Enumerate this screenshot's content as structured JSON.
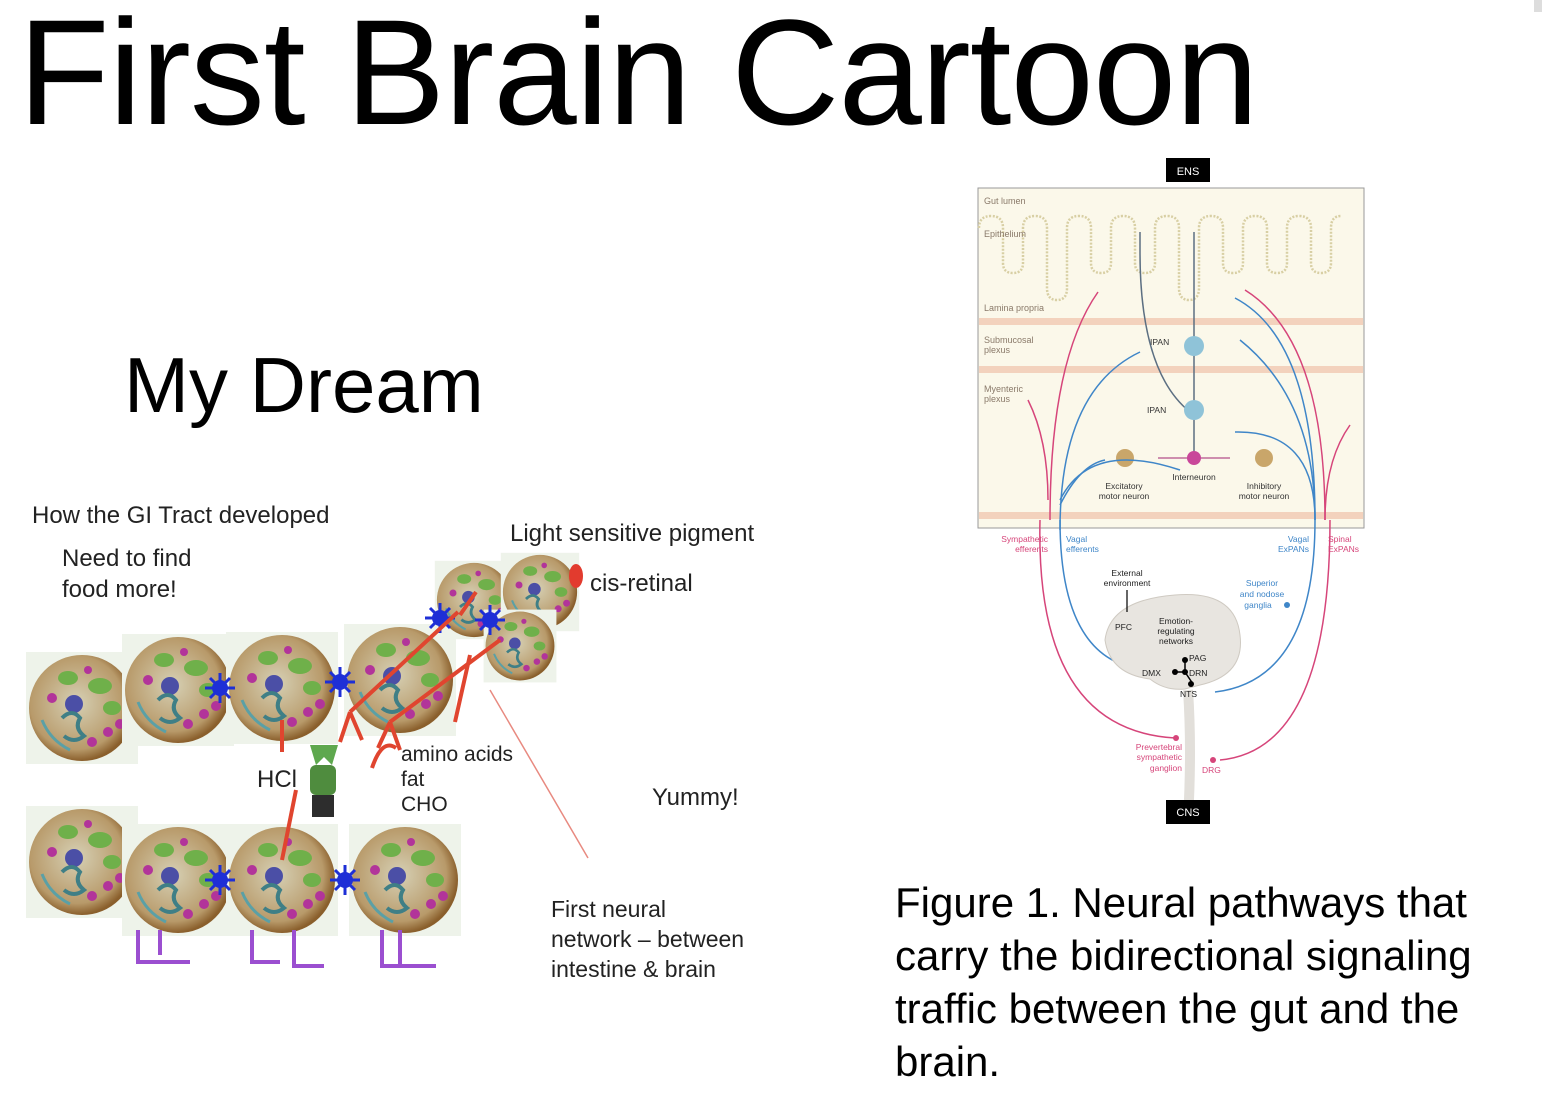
{
  "slide": {
    "title": "First Brain Cartoon",
    "subtitle": "My Dream",
    "caption": "Figure 1. Neural pathways that carry the bidirectional signaling traffic between the gut and the brain."
  },
  "cartoon": {
    "heading": "How the GI Tract developed",
    "need_food": [
      "Need to find",
      "food more!"
    ],
    "light_pigment": "Light sensitive pigment",
    "cis_retinal": "cis-retinal",
    "hcl": "HCl",
    "nutrients": [
      "amino acids",
      "fat",
      "CHO"
    ],
    "yummy": "Yummy!",
    "neural_network": [
      "First neural",
      "network – between",
      "intestine & brain"
    ]
  },
  "figure": {
    "ens": "ENS",
    "cns": "CNS",
    "layers": [
      "Gut lumen",
      "Epithelium",
      "Lamina propria",
      "Submucosal",
      "plexus",
      "Myenteric",
      "plexus"
    ],
    "ipan_top": "IPAN",
    "ipan_bottom": "IPAN",
    "excitatory": [
      "Excitatory",
      "motor neuron"
    ],
    "interneuron": "Interneuron",
    "inhibitory": [
      "Inhibitory",
      "motor neuron"
    ],
    "sympathetic": [
      "Sympathetic",
      "efferents"
    ],
    "vagal_eff": [
      "Vagal",
      "efferents"
    ],
    "vagal_expan": [
      "Vagal",
      "ExPANs"
    ],
    "spinal_expan": [
      "Spinal",
      "ExPANs"
    ],
    "external": [
      "External",
      "environment"
    ],
    "superior": [
      "Superior",
      "and nodose",
      "ganglia"
    ],
    "pfc": "PFC",
    "emotion": [
      "Emotion-",
      "regulating",
      "networks"
    ],
    "pag": "PAG",
    "dmx": "DMX",
    "drn": "DRN",
    "nts": "NTS",
    "prevertebral": [
      "Prevertebral",
      "sympathetic",
      "ganglion"
    ],
    "drg": "DRG",
    "colors": {
      "pink": "#d6457a",
      "blue": "#3f86c8",
      "tissue": "#fbf8ea",
      "band": "#f3d2bd"
    }
  }
}
